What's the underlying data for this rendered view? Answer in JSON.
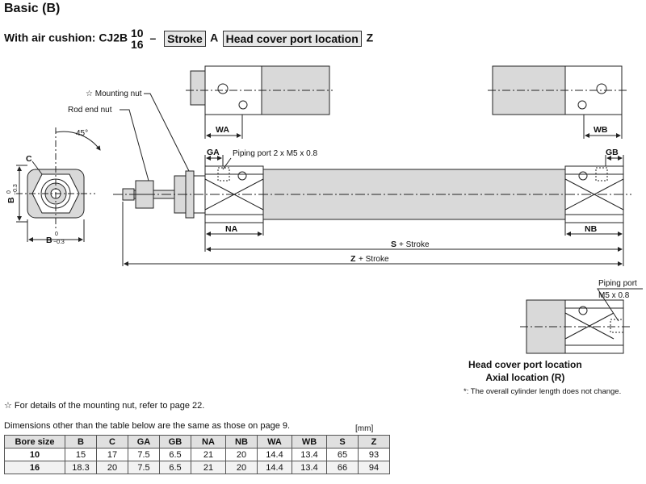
{
  "header": {
    "title": "Basic (B)",
    "model_prefix": "With air cushion: CJ2B",
    "bore_top": "10",
    "bore_bottom": "16",
    "dash": "–",
    "stroke_box": "Stroke",
    "a_letter": "A",
    "port_box": "Head cover port location",
    "z_letter": "Z"
  },
  "labels": {
    "mounting_nut": "☆ Mounting nut",
    "rod_end_nut": "Rod end nut",
    "angle": "45°",
    "c_dim": "C",
    "b_side": "B",
    "b_bottom": "B",
    "tol_zero": "0",
    "tol_minus": "−0.3",
    "wa": "WA",
    "wb": "WB",
    "ga": "GA",
    "gb": "GB",
    "piping_port": "Piping port 2 x M5 x 0.8",
    "na": "NA",
    "nb": "NB",
    "s_stroke_s": "S",
    "s_stroke_suffix": "+ Stroke",
    "z_stroke_z": "Z",
    "z_stroke_suffix": "+ Stroke",
    "axial_piping_1": "Piping port",
    "axial_piping_2": "M5 x 0.8"
  },
  "axial": {
    "title_line1": "Head cover port location",
    "title_line2": "Axial location (R)",
    "note": "*: The overall cylinder length does not change."
  },
  "notes": {
    "mounting_ref": "☆ For details of the mounting nut, refer to page 22.",
    "dims_note": "Dimensions other than the table below are the same as those on page 9.",
    "units": "[mm]"
  },
  "table": {
    "headers": [
      "Bore size",
      "B",
      "C",
      "GA",
      "GB",
      "NA",
      "NB",
      "WA",
      "WB",
      "S",
      "Z"
    ],
    "rows": [
      [
        "10",
        "15",
        "17",
        "7.5",
        "6.5",
        "21",
        "20",
        "14.4",
        "13.4",
        "65",
        "93"
      ],
      [
        "16",
        "18.3",
        "20",
        "7.5",
        "6.5",
        "21",
        "20",
        "14.4",
        "13.4",
        "66",
        "94"
      ]
    ]
  },
  "colors": {
    "body_fill": "#d9d9d9",
    "line": "#222222",
    "header_bg": "#e0e0e0"
  }
}
